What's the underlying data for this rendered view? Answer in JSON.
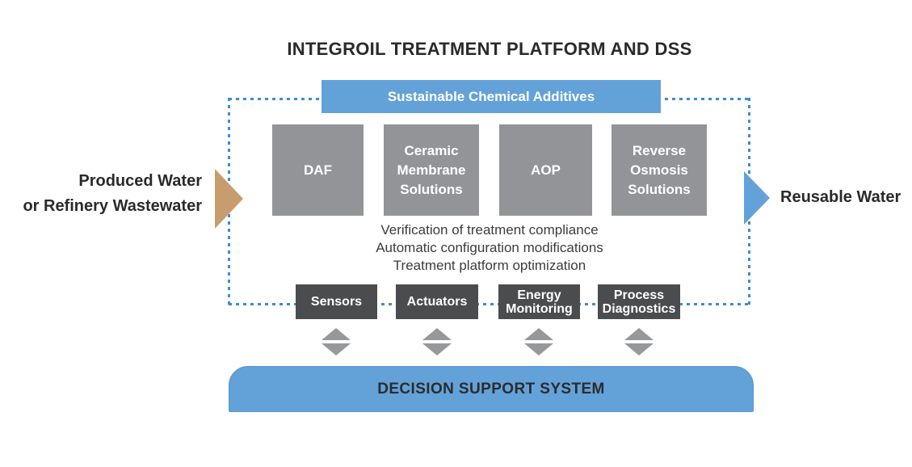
{
  "title": "INTEGROIL TREATMENT PLATFORM AND DSS",
  "flow": {
    "input_label": "Produced Water\nor Refinery Wastewater",
    "output_label": "Reusable Water"
  },
  "platform": {
    "banner": "Sustainable Chemical Additives",
    "treatment_units": [
      {
        "label": "DAF"
      },
      {
        "label": "Ceramic\nMembrane\nSolutions"
      },
      {
        "label": "AOP"
      },
      {
        "label": "Reverse\nOsmosis\nSolutions"
      }
    ],
    "dss_functions": [
      "Verification of treatment compliance",
      "Automatic configuration modifications",
      "Treatment platform optimization"
    ],
    "monitoring_units": [
      {
        "label": "Sensors"
      },
      {
        "label": "Actuators"
      },
      {
        "label": "Energy\nMonitoring"
      },
      {
        "label": "Process\nDiagnostics"
      }
    ]
  },
  "dss": {
    "label": "DECISION SUPPORT SYSTEM"
  },
  "icons": {
    "input_arrow": "right-arrow",
    "output_arrow": "right-arrow",
    "link_arrow": "up-down-arrows"
  },
  "colors": {
    "blue": "#63a2d8",
    "dotted_border_blue": "#3f8ccc",
    "treatment_unit_gray": "#929497",
    "monitoring_unit_dark_gray": "#4a4c4e",
    "input_arrow_tan": "#c79d6d",
    "link_arrow_gray": "#97989a",
    "text_dark": "#2b2a2a"
  }
}
